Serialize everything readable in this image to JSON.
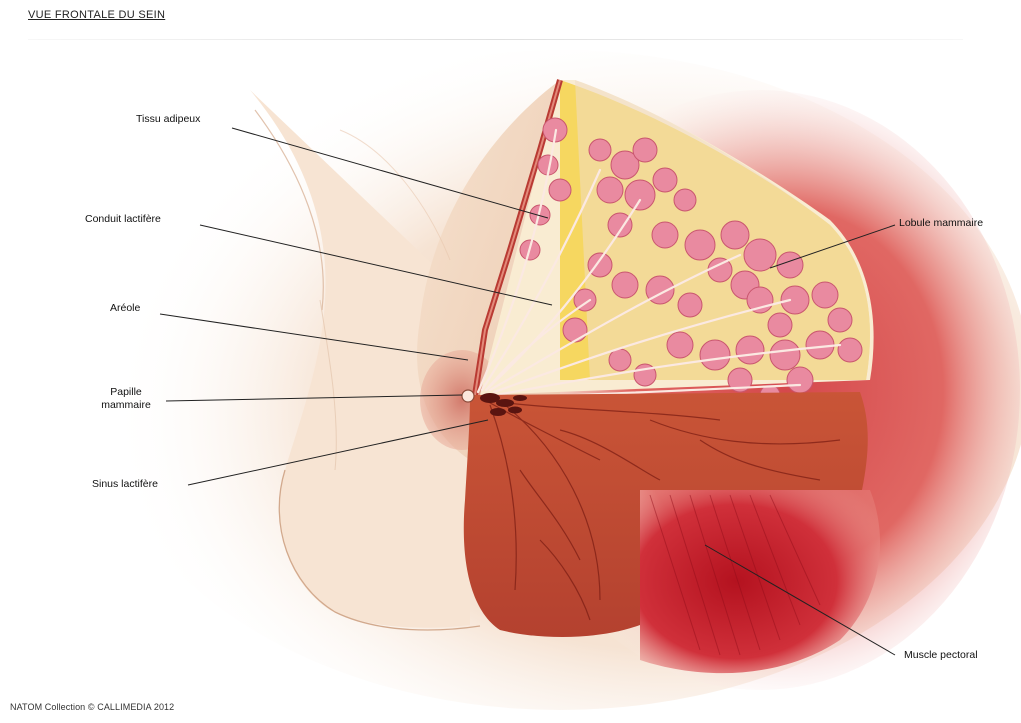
{
  "title": "VUE FRONTALE DU SEIN",
  "labels": {
    "tissu_adipeux": "Tissu adipeux",
    "conduit_lactifere": "Conduit lactifère",
    "areole": "Aréole",
    "papille_line1": "Papille",
    "papille_line2": "mammaire",
    "sinus_lactifere": "Sinus lactifère",
    "lobule_mammaire": "Lobule mammaire",
    "muscle_pectoral": "Muscle pectoral"
  },
  "footer": "NATOM Collection © CALLIMEDIA 2012",
  "colors": {
    "skin": "#f2d7bf",
    "areola": "#d98a7a",
    "fat": "#f3d452",
    "lobule": "#e98aa0",
    "gland": "#c9523a",
    "muscle": "#c0202a",
    "leader_line": "#222222"
  }
}
